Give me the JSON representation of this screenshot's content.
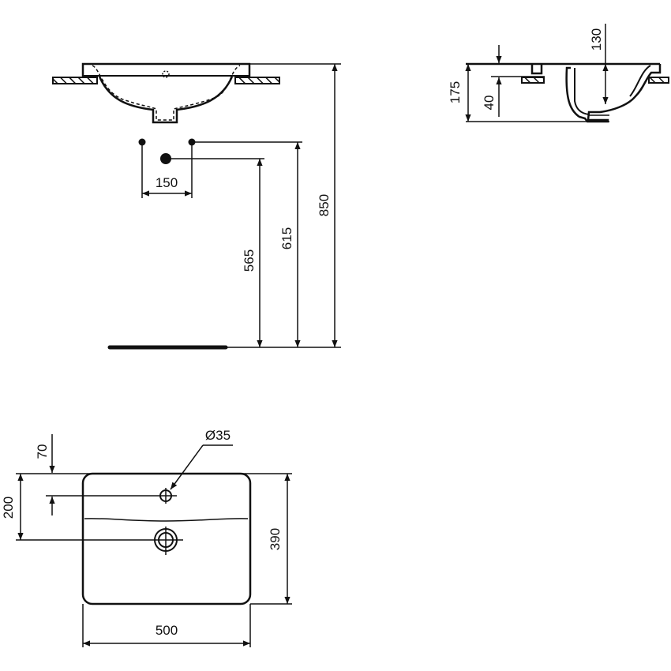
{
  "diagram": {
    "type": "technical-drawing",
    "subject": "washbasin installation dimensions",
    "units": "mm",
    "colors": {
      "line": "#111111",
      "background": "#ffffff"
    },
    "front_view": {
      "dimensions": {
        "tap_spacing": "150",
        "waste_height": "565",
        "supply_height": "615",
        "rim_height": "850"
      }
    },
    "side_view": {
      "dimensions": {
        "overall_depth": "175",
        "rim_to_counter": "40",
        "bowl_depth": "130"
      }
    },
    "top_view": {
      "dimensions": {
        "tap_hole_diameter": "Ø35",
        "tap_hole_offset": "70",
        "waste_offset": "200",
        "depth": "390",
        "width": "500"
      }
    }
  }
}
